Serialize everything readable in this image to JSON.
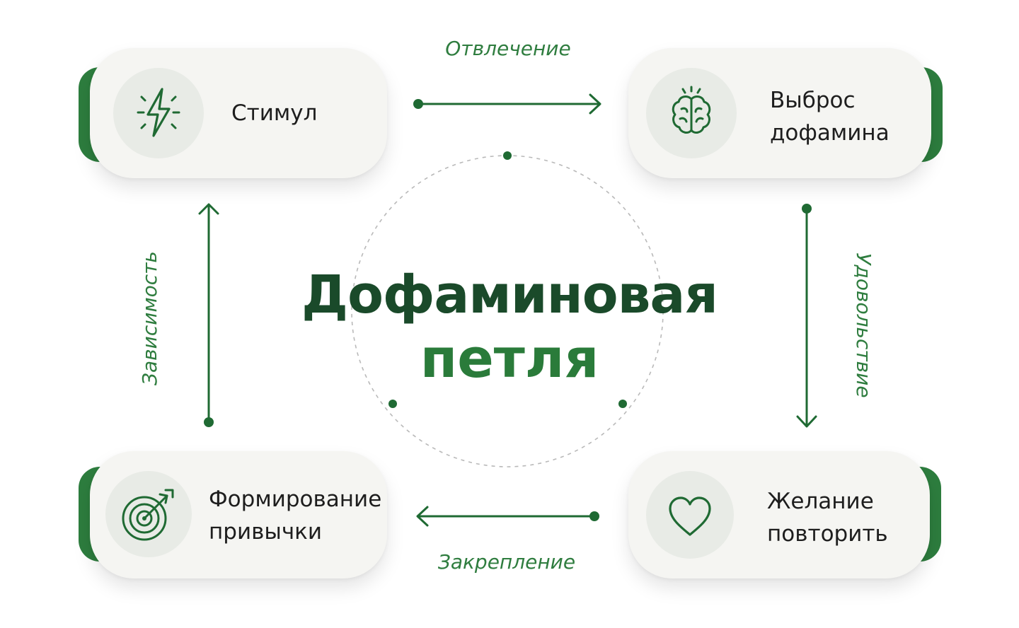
{
  "title": {
    "line1": "Дофаминовая",
    "line2": "петля"
  },
  "cards": {
    "stimulus": {
      "lines": [
        "Стимул"
      ],
      "icon": "lightning-icon"
    },
    "dopamine": {
      "lines": [
        "Выброс",
        "дофамина"
      ],
      "icon": "brain-icon"
    },
    "repeat": {
      "lines": [
        "Желание",
        "повторить"
      ],
      "icon": "heart-icon"
    },
    "habit": {
      "lines": [
        "Формирование",
        "привычки"
      ],
      "icon": "target-icon"
    }
  },
  "connectors": {
    "top": "Отвлечение",
    "right": "Удовольствие",
    "bottom": "Закрепление",
    "left": "Зависимость"
  },
  "colors": {
    "accent": "#2d7d3e",
    "title_dark": "#1a4a2a",
    "title_green": "#2a7b3a",
    "card_bg": "#f5f5f2",
    "icon_bg": "#e8ebe6"
  }
}
